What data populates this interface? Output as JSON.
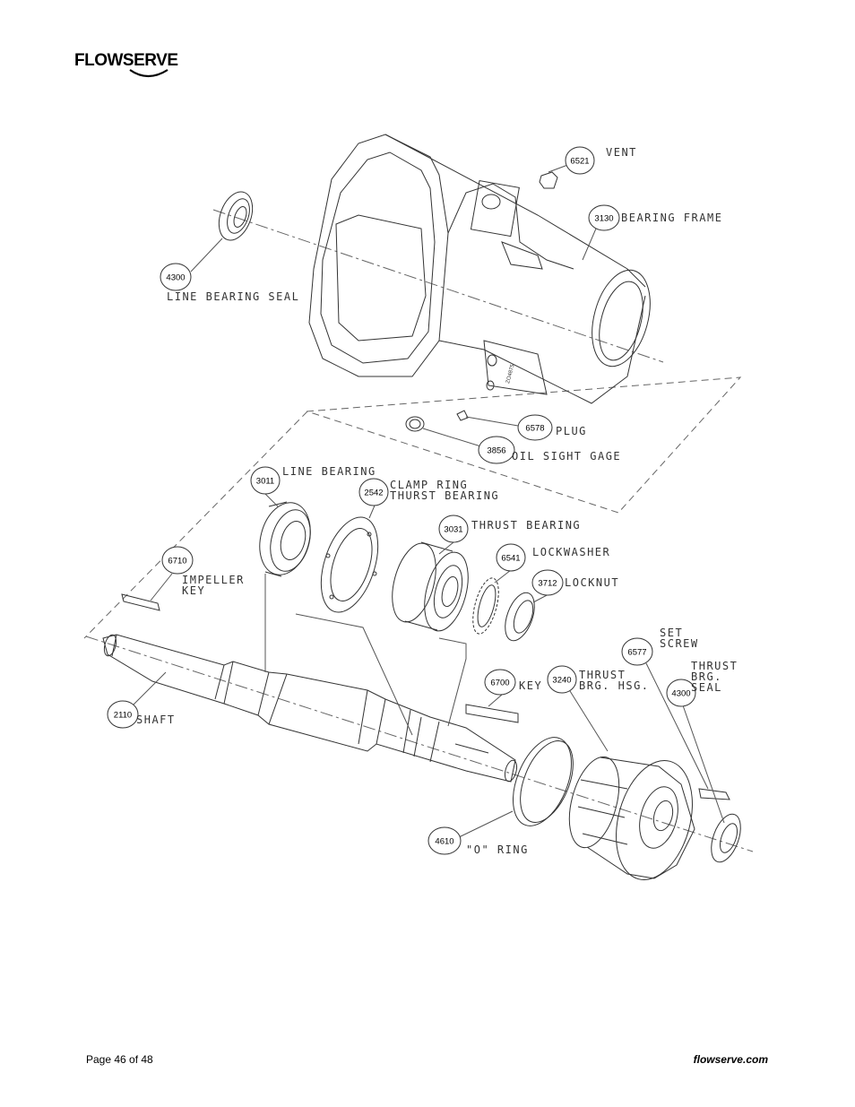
{
  "header": {
    "brand": "FLOWSERVE"
  },
  "footer": {
    "page": "Page 46 of 48",
    "site": "flowserve.com"
  },
  "casting_mark": "ZO4875",
  "parts": [
    {
      "number": "6521",
      "label_lines": [
        "VENT"
      ]
    },
    {
      "number": "3130",
      "label_lines": [
        "BEARING FRAME"
      ]
    },
    {
      "number": "4300",
      "label_lines": [
        "LINE BEARING SEAL"
      ]
    },
    {
      "number": "6578",
      "label_lines": [
        "PLUG"
      ]
    },
    {
      "number": "3856",
      "label_lines": [
        "OIL SIGHT GAGE"
      ]
    },
    {
      "number": "3011",
      "label_lines": [
        "LINE BEARING"
      ]
    },
    {
      "number": "2542",
      "label_lines": [
        "CLAMP RING",
        "THURST BEARING"
      ]
    },
    {
      "number": "3031",
      "label_lines": [
        "THRUST BEARING"
      ]
    },
    {
      "number": "6541",
      "label_lines": [
        "LOCKWASHER"
      ]
    },
    {
      "number": "3712",
      "label_lines": [
        "LOCKNUT"
      ]
    },
    {
      "number": "6710",
      "label_lines": [
        "IMPELLER",
        "KEY"
      ]
    },
    {
      "number": "6577",
      "label_lines": [
        "SET",
        "SCREW"
      ]
    },
    {
      "number": "3240",
      "label_lines": [
        "THRUST",
        "BRG. HSG."
      ]
    },
    {
      "number": "4300",
      "label_lines": [
        "THRUST",
        "BRG.",
        "SEAL"
      ]
    },
    {
      "number": "6700",
      "label_lines": [
        "KEY"
      ]
    },
    {
      "number": "2110",
      "label_lines": [
        "SHAFT"
      ]
    },
    {
      "number": "4610",
      "label_lines": [
        "\"O\" RING"
      ]
    }
  ]
}
